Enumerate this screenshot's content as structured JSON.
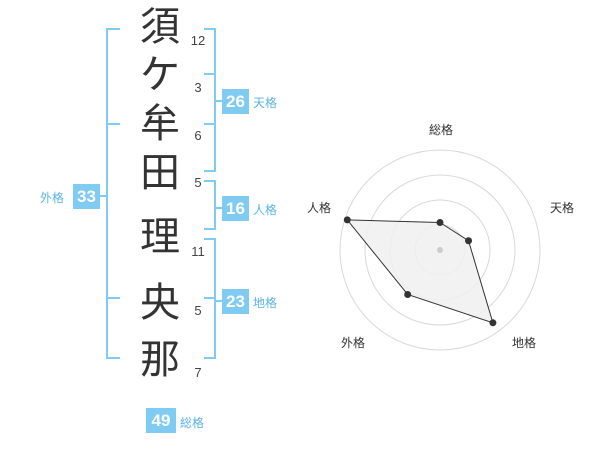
{
  "name_chars": [
    {
      "char": "須",
      "strokes": "12"
    },
    {
      "char": "ケ",
      "strokes": "3"
    },
    {
      "char": "牟",
      "strokes": "6"
    },
    {
      "char": "田",
      "strokes": "5"
    },
    {
      "char": "理",
      "strokes": "11"
    },
    {
      "char": "央",
      "strokes": "5"
    },
    {
      "char": "那",
      "strokes": "7"
    }
  ],
  "fortunes": {
    "tenkaku": {
      "label": "天格",
      "value": "26"
    },
    "jinkaku": {
      "label": "人格",
      "value": "16"
    },
    "chikaku": {
      "label": "地格",
      "value": "23"
    },
    "gaikaku": {
      "label": "外格",
      "value": "33"
    },
    "soukaku": {
      "label": "総格",
      "value": "49"
    }
  },
  "colors": {
    "accent": "#7fcbf2",
    "label": "#5ab4e6",
    "radar_fill": "#f0f0f0",
    "ring": "#d9d9d9"
  },
  "chart_data": {
    "type": "radar",
    "axes": [
      "総格",
      "天格",
      "地格",
      "外格",
      "人格"
    ],
    "scale_levels": 4,
    "max": 4,
    "values": [
      1.1,
      1.2,
      3.6,
      2.2,
      3.9
    ]
  }
}
